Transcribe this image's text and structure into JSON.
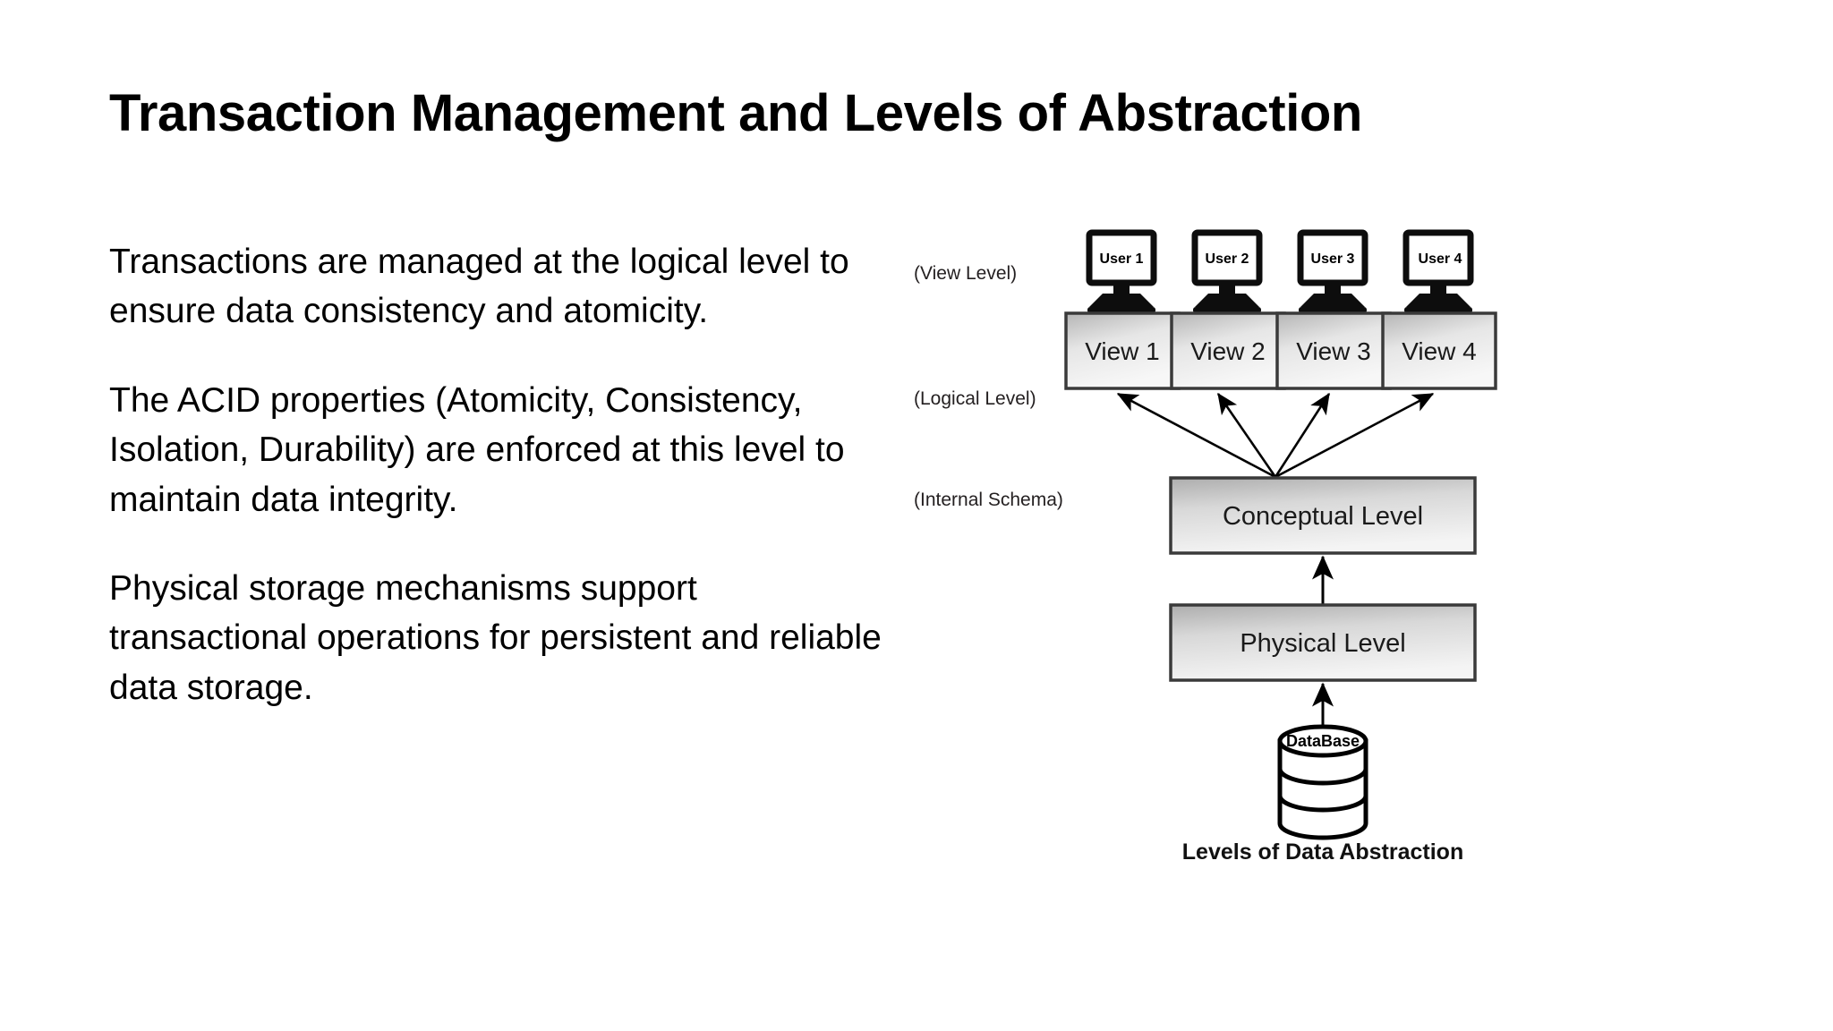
{
  "slide": {
    "title": "Transaction Management and Levels of Abstraction",
    "paragraphs": [
      "Transactions are managed at the logical level to ensure data consistency and atomicity.",
      "The ACID properties (Atomicity, Consistency, Isolation, Durability) are enforced at this level to maintain data integrity.",
      "Physical storage mechanisms support transactional operations for persistent and reliable data storage."
    ]
  },
  "diagram": {
    "caption": "Levels of Data Abstraction",
    "users": [
      {
        "label": "User 1"
      },
      {
        "label": "User 2"
      },
      {
        "label": "User 3"
      },
      {
        "label": "User 4"
      }
    ],
    "levels": [
      {
        "side_label": "(View Level)",
        "boxes": [
          "View 1",
          "View 2",
          "View 3",
          "View 4"
        ]
      },
      {
        "side_label": "(Logical Level)",
        "boxes": [
          "Conceptual Level"
        ]
      },
      {
        "side_label": "(Internal Schema)",
        "boxes": [
          "Physical Level"
        ]
      }
    ],
    "view_level_label": "(View Level)",
    "logical_level_label": "(Logical Level)",
    "internal_schema_label": "(Internal Schema)",
    "view_boxes": [
      "View 1",
      "View 2",
      "View 3",
      "View 4"
    ],
    "conceptual_box": "Conceptual Level",
    "physical_box": "Physical Level",
    "database_label": "DataBase",
    "colors": {
      "box_fill_light": "#efefef",
      "box_fill_dark": "#b8b8b8",
      "box_stroke": "#3a3a3a",
      "arrow": "#000000",
      "text": "#1a1a1a",
      "background": "#ffffff"
    }
  }
}
